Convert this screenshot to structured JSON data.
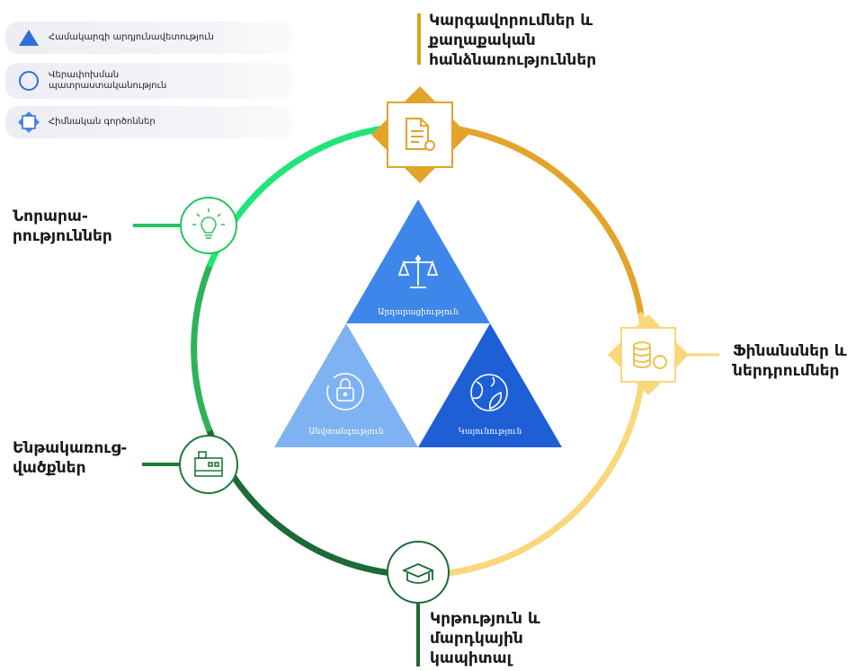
{
  "legend": [
    {
      "icon": "triangle-icon",
      "label": "Համակարգի արդյունավետություն"
    },
    {
      "icon": "ring-icon",
      "label": "Վերափոխման պատրաստականություն"
    },
    {
      "icon": "diamond-square-icon",
      "label": "Հիմնական գործոններ"
    }
  ],
  "nodes": {
    "regulation": {
      "lines": [
        "Կարգավորումներ և",
        "քաղաքական",
        "հանձնառություններ"
      ],
      "icon": "document-icon",
      "color": "#e3a42c"
    },
    "finance": {
      "lines": [
        "Ֆինանսներ և",
        "ներդրումներ"
      ],
      "icon": "coins-icon",
      "color": "#f7d26b"
    },
    "education": {
      "lines": [
        "Կրթություն և",
        "մարդկային",
        "կապիտալ"
      ],
      "icon": "graduation-cap-icon",
      "color": "#1e6b34"
    },
    "infrastructure": {
      "lines": [
        "Ենթակառուց-",
        "վածքներ"
      ],
      "icon": "factory-icon",
      "color": "#1e7a3a"
    },
    "innovation": {
      "lines": [
        "Նորարա-",
        "րություններ"
      ],
      "icon": "lightbulb-icon",
      "color": "#22c55e"
    }
  },
  "triangles": {
    "equity": {
      "label": "Արդարացիություն",
      "icon": "scales-icon",
      "color": "#3f86ea"
    },
    "security": {
      "label": "Անվտանգություն",
      "icon": "lock-icon",
      "color": "#7fb2f2"
    },
    "sustainability": {
      "label": "Կայունություն",
      "icon": "globe-leaf-icon",
      "color": "#1e5fd6"
    }
  },
  "colors": {
    "ring_top_green": "#22e57a",
    "ring_green": "#2fb35a",
    "ring_dark_green": "#1d6b36",
    "ring_gold": "#e3a42c",
    "ring_yellow": "#f9d77a"
  }
}
